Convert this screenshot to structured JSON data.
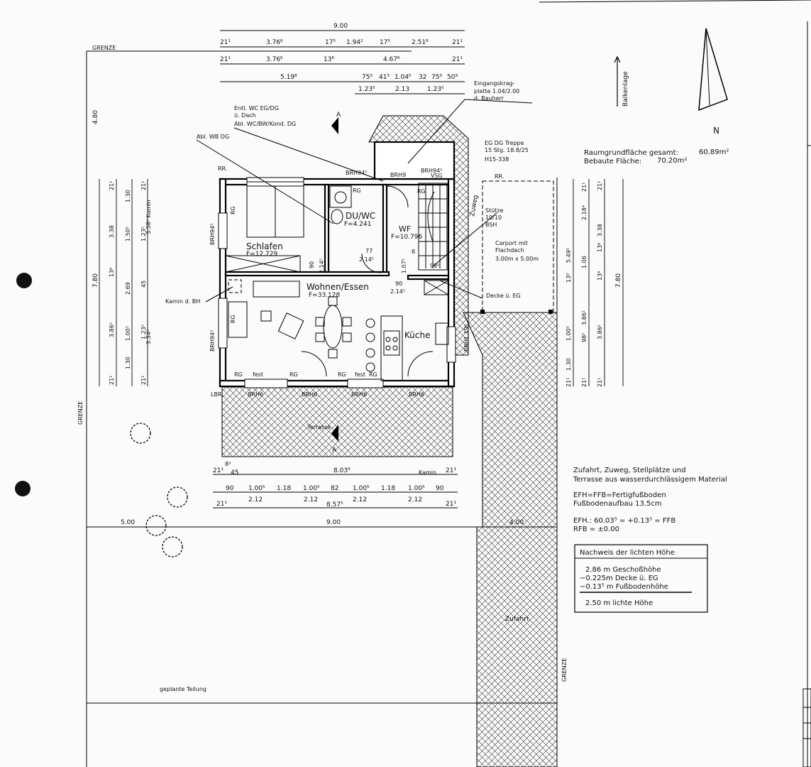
{
  "dims_top": {
    "row1_total": "9.00",
    "row2": [
      "21¹",
      "3.76⁶",
      "17⁵",
      "1.94²",
      "17⁵",
      "2.51⁸",
      "21¹"
    ],
    "row3": [
      "21¹",
      "3.76⁶",
      "13⁶",
      "4.67⁶",
      "21¹"
    ],
    "row4": [
      "5.19⁸",
      "75⁵",
      "41⁵",
      "1.04⁵",
      "32",
      "75⁵",
      "50⁹"
    ],
    "row5": [
      "1.23⁵",
      "2.13",
      "1.23⁵"
    ]
  },
  "dims_left": {
    "outer": [
      "4.80",
      "7.80"
    ],
    "col_a": [
      "21¹",
      "3.38",
      "13⁶",
      "3.86²",
      "21¹"
    ],
    "col_b": [
      "1.30",
      "1.50⁵",
      "2.69",
      "1.00⁵",
      "1.30"
    ],
    "col_c": [
      "21¹",
      "1.23⁵",
      "3.58⁵ Kamin",
      "45",
      "1.23⁵",
      "3.34²",
      "21¹"
    ]
  },
  "dims_right": {
    "col_a": [
      "5.49⁵",
      "13⁶",
      "1.00⁵",
      "1.30",
      "21¹"
    ],
    "col_b": [
      "21¹",
      "2.18⁴",
      "1.06",
      "98⁵",
      "3.86²",
      "21¹"
    ],
    "col_c": [
      "21¹",
      "13⁶",
      "3.38",
      "13⁶",
      "3.86²",
      "21¹"
    ],
    "outer": "7.80"
  },
  "dims_bottom": {
    "row1": [
      "21¹",
      "8⁹",
      "45",
      "8.03⁹",
      "Kamin",
      "21¹"
    ],
    "row2": [
      "90",
      "1.00⁵",
      "1.18",
      "1.00⁵",
      "82",
      "1.00⁵",
      "1.18",
      "1.00⁵",
      "90"
    ],
    "row3": [
      "21¹",
      "2.12",
      "2.12",
      "8.57⁵",
      "2.12",
      "2.12",
      "21¹"
    ],
    "plot": [
      "5.00",
      "9.00",
      "4.00"
    ]
  },
  "rooms": {
    "schlafen": {
      "name": "Schlafen",
      "area": "F=12.729"
    },
    "duwc": {
      "name": "DU/WC",
      "area": "F=4.241"
    },
    "wf": {
      "name": "WF",
      "area": "F=10.796"
    },
    "wohnen": {
      "name": "Wohnen/Essen",
      "area": "F=33.128"
    },
    "kueche": {
      "name": "Küche"
    },
    "terrasse": "Terrasse",
    "zuweg": "Zuweg",
    "zufahrt": "Zufahrt"
  },
  "labels": {
    "grenze": "GRENZE",
    "entl_wc": [
      "Entl. WC EG/DG",
      "ü. Dach",
      "Abl. WC/BW/Kond. DG"
    ],
    "abl_wb": "Abl. WB DG",
    "eingang": [
      "Eingangskrag-",
      "platte 1.04/2.00",
      "d. Bauherr"
    ],
    "treppe": [
      "EG DG Treppe",
      "15 Stg. 18.8/25",
      "H15-338"
    ],
    "stuetze": [
      "Stütze",
      "10/10",
      "BSH"
    ],
    "carport": [
      "Carport mit",
      "Flachdach",
      "3.00m x 5.00m"
    ],
    "decke_eg": "Decke ü. EG",
    "kamin_bh": "Kamin d. BH",
    "brh94": "BRH94⁵",
    "brh9": "BRH9",
    "brh6": "BRH6",
    "brh119": "BRH1.19⁵",
    "rg": "RG",
    "fest": "fest",
    "vsg": "VSG",
    "rr": "RR.",
    "lbr": "LBR.",
    "section_a": "A",
    "balkenlage": "Balkenlage",
    "north": "N",
    "geplante_teilung": "geplante Teilung",
    "door_90": "90",
    "door_214": "2.14⁵",
    "door_77": "77",
    "door_107": "1.07⁵",
    "door_8": "8",
    "door_98": "98⁵"
  },
  "info": {
    "raumgrund_label": "Raumgrundfläche gesamt:",
    "raumgrund_value": "60.89m²",
    "bebaute_label": "Bebaute Fläche:",
    "bebaute_value": "70.20m²",
    "zufahrt_note": [
      "Zufahrt, Zuweg, Stellplätze und",
      "Terrasse aus wasserdurchlässigem Material"
    ],
    "efh_note": [
      "EFH=FFB=Fertigfußboden",
      "Fußbodenaufbau 13.5cm"
    ],
    "efh_values": [
      "EFH.: 60.03⁵ = +0.13⁵ = FFB",
      "RFB = ±0.00"
    ]
  },
  "nachweis": {
    "title": "Nachweis der lichten Höhe",
    "lines": [
      "2.86 m Geschoßhöhe",
      "−0.225m Decke ü. EG",
      "−0.13⁵ m Fußbodenhöhe"
    ],
    "result": "2.50 m lichte Höhe"
  }
}
